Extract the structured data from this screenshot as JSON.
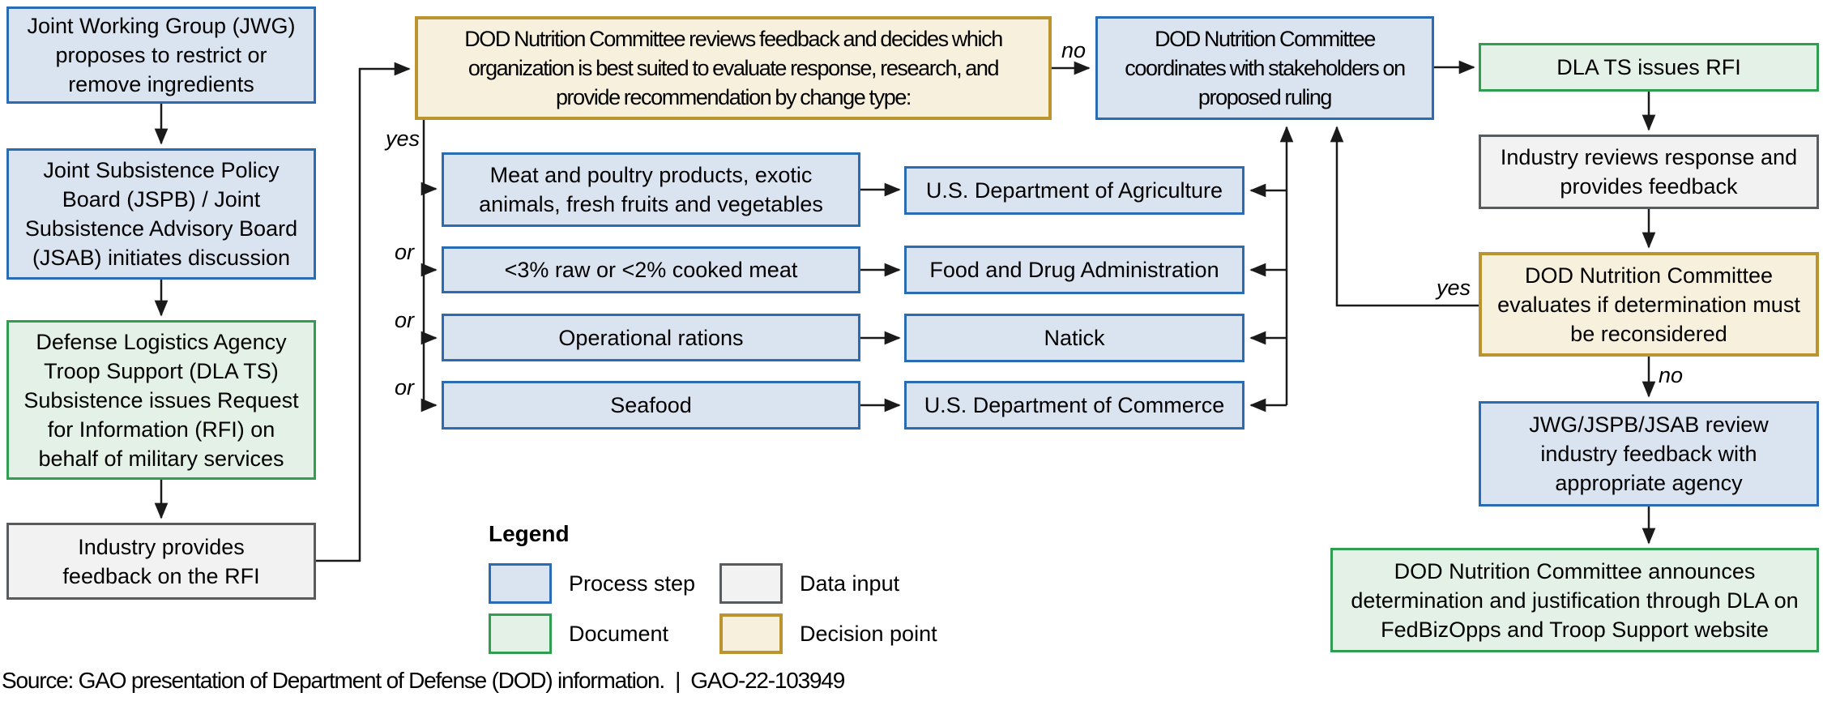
{
  "colors": {
    "process_fill": "#dae3f0",
    "process_border": "#2a6cb4",
    "document_fill": "#e3f1e7",
    "document_border": "#2f9e50",
    "data_input_fill": "#f2f2f3",
    "data_input_border": "#595c5e",
    "decision_fill": "#f6f0dc",
    "decision_border": "#bb9430",
    "line": "#1a1a1a"
  },
  "nodes": {
    "jwg_proposes": {
      "type": "process",
      "label": "Joint Working Group (JWG) proposes to restrict or remove ingredients"
    },
    "jspb_initiates": {
      "type": "process",
      "label": "Joint Subsistence Policy Board (JSPB) / Joint Subsistence Advisory Board (JSAB) initiates discussion"
    },
    "dla_issues_rfi": {
      "type": "document",
      "label": "Defense Logistics Agency Troop Support (DLA TS) Subsistence issues Request for Information (RFI) on behalf of military services"
    },
    "industry_feedback_rfi": {
      "type": "data_input",
      "label": "Industry provides feedback on the RFI"
    },
    "committee_reviews": {
      "type": "decision",
      "label": "DOD Nutrition Committee reviews feedback and decides which organization is best suited to evaluate response, research, and provide recommendation by change type:"
    },
    "cat_meat_poultry": {
      "type": "process",
      "label": "Meat and poultry products, exotic animals, fresh fruits and vegetables"
    },
    "cat_raw_cooked": {
      "type": "process",
      "label": "<3% raw or <2% cooked meat"
    },
    "cat_operational_rations": {
      "type": "process",
      "label": "Operational rations"
    },
    "cat_seafood": {
      "type": "process",
      "label": "Seafood"
    },
    "agency_usda": {
      "type": "process",
      "label": "U.S. Department of Agriculture"
    },
    "agency_fda": {
      "type": "process",
      "label": "Food and Drug Administration"
    },
    "agency_natick": {
      "type": "process",
      "label": "Natick"
    },
    "agency_commerce": {
      "type": "process",
      "label": "U.S. Department of Commerce"
    },
    "committee_coordinates": {
      "type": "process",
      "label": "DOD Nutrition Committee coordinates with stakeholders on proposed ruling"
    },
    "dla_ts_issues_rfi": {
      "type": "document",
      "label": "DLA TS issues RFI"
    },
    "industry_reviews": {
      "type": "data_input",
      "label": "Industry reviews response and provides feedback"
    },
    "committee_evaluates": {
      "type": "decision",
      "label": "DOD Nutrition Committee evaluates if determination must be reconsidered"
    },
    "jwg_jspb_jsab_review": {
      "type": "process",
      "label": "JWG/JSPB/JSAB review industry feedback with appropriate agency"
    },
    "committee_announces": {
      "type": "document",
      "label": "DOD Nutrition Committee announces determination and justification through DLA on FedBizOpps and Troop Support website"
    }
  },
  "edge_labels": {
    "no_top": "no",
    "yes_top": "yes",
    "or": "or",
    "yes_return": "yes",
    "no_bottom": "no"
  },
  "legend": {
    "title": "Legend",
    "items": [
      {
        "label": "Process step",
        "type": "process"
      },
      {
        "label": "Data input",
        "type": "data_input"
      },
      {
        "label": "Document",
        "type": "document"
      },
      {
        "label": "Decision point",
        "type": "decision"
      }
    ]
  },
  "footer": {
    "source": "Source: GAO presentation of Department of Defense (DOD) information.  |  GAO-22-103949"
  }
}
